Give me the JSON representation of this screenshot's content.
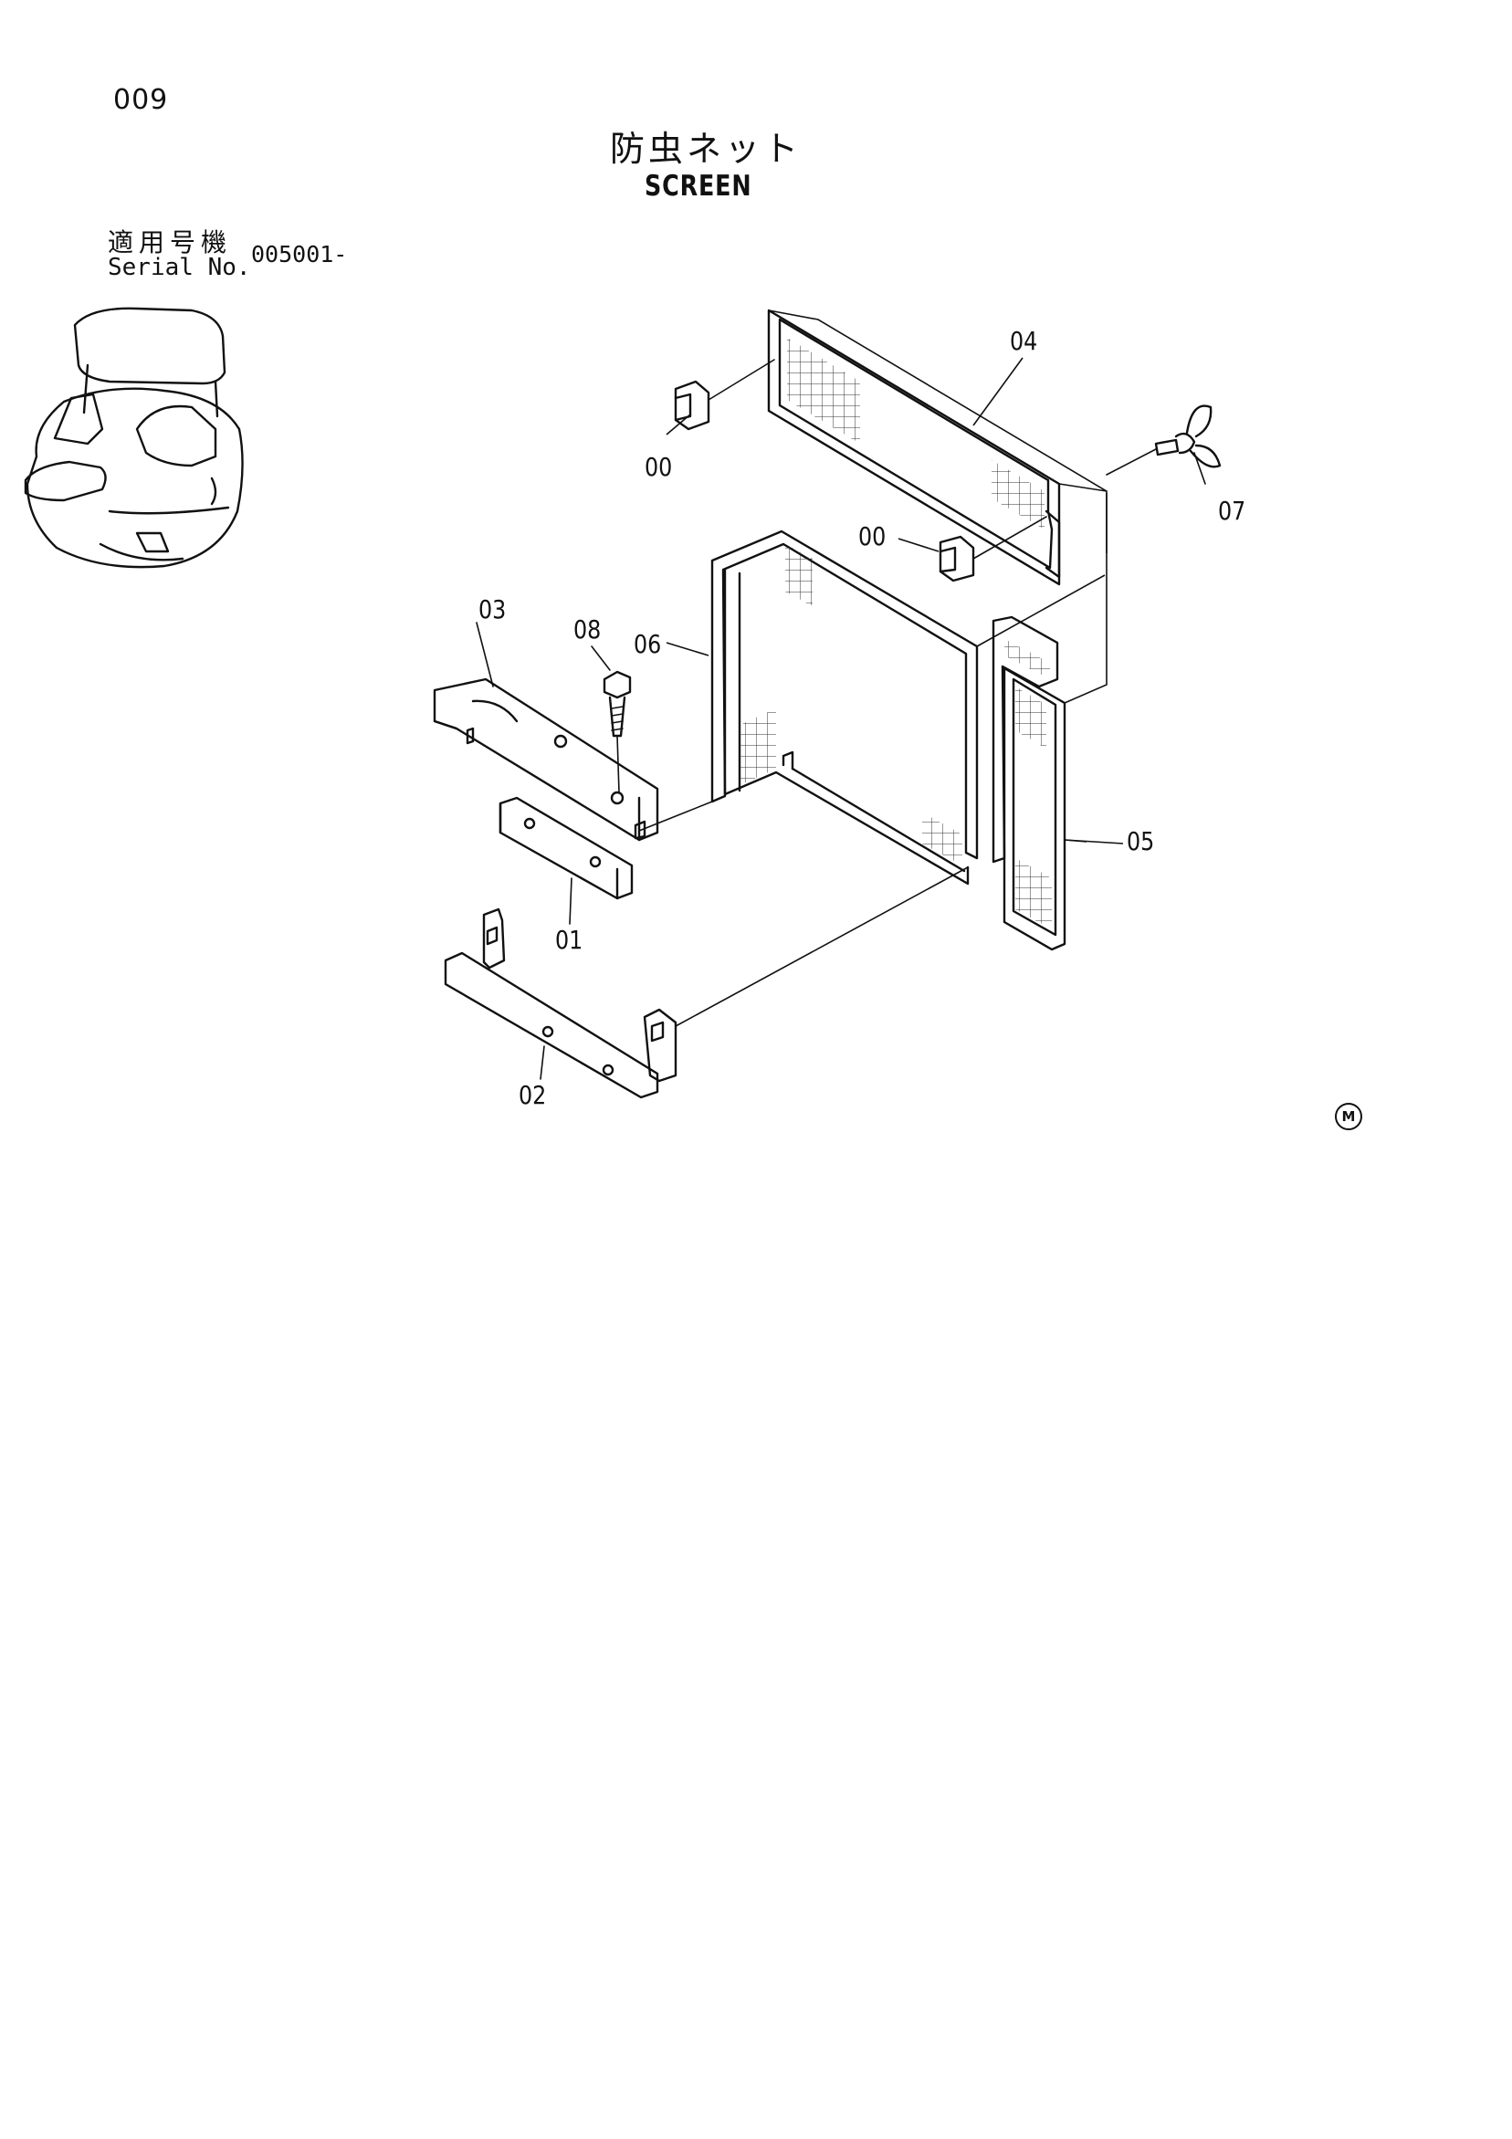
{
  "page": {
    "number": "009"
  },
  "title": {
    "ja": "防虫ネット",
    "en": "SCREEN"
  },
  "serial": {
    "label_ja": "適用号機",
    "label_en": "Serial No.",
    "value": "005001-"
  },
  "callouts": {
    "p00a": "00",
    "p00b": "00",
    "p01": "01",
    "p02": "02",
    "p03": "03",
    "p04": "04",
    "p05": "05",
    "p06": "06",
    "p07": "07",
    "p08": "08"
  },
  "mark": "M"
}
